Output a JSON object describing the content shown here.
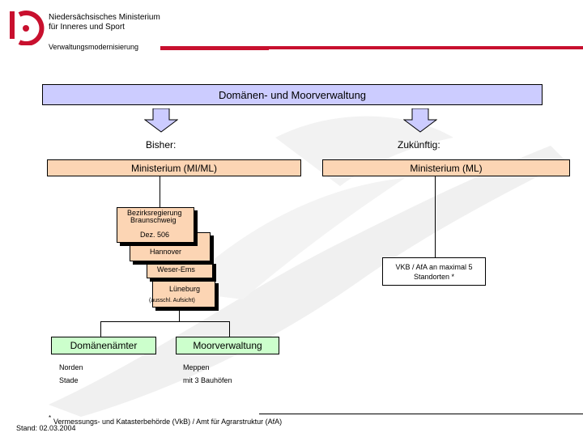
{
  "header": {
    "ministry_line1": "Niedersächsisches Ministerium",
    "ministry_line2": "für Inneres und Sport",
    "subtitle": "Verwaltungsmodernisierung",
    "accent_color": "#c8102e"
  },
  "diagram": {
    "title": "Domänen- und Moorverwaltung",
    "bisher_label": "Bisher:",
    "zukuenftig_label": "Zukünftig:",
    "ministry_left": "Ministerium (MI/ML)",
    "ministry_right": "Ministerium (ML)",
    "bezirksregierung_line1": "Bezirksregierung",
    "bezirksregierung_line2": "Braunschweig",
    "dez": "Dez. 506",
    "hannover": "Hannover",
    "weser_ems": "Weser-Ems",
    "lueneburg": "Lüneburg",
    "aufsicht": "(ausschl. Aufsicht)",
    "vkb_line1": "VKB / AfA an maximal 5",
    "vkb_line2": "Standorten *",
    "domaenenaemter": "Domänenämter",
    "moorverwaltung": "Moorverwaltung",
    "norden": "Norden",
    "stade": "Stade",
    "meppen": "Meppen",
    "bauhoefe": "mit 3 Bauhöfen"
  },
  "footer": {
    "footnote_mark": "*",
    "footnote": "Vermessungs- und Katasterbehörde (VkB) / Amt für Agrarstruktur (AfA)",
    "date": "Stand: 02.03.2004"
  }
}
